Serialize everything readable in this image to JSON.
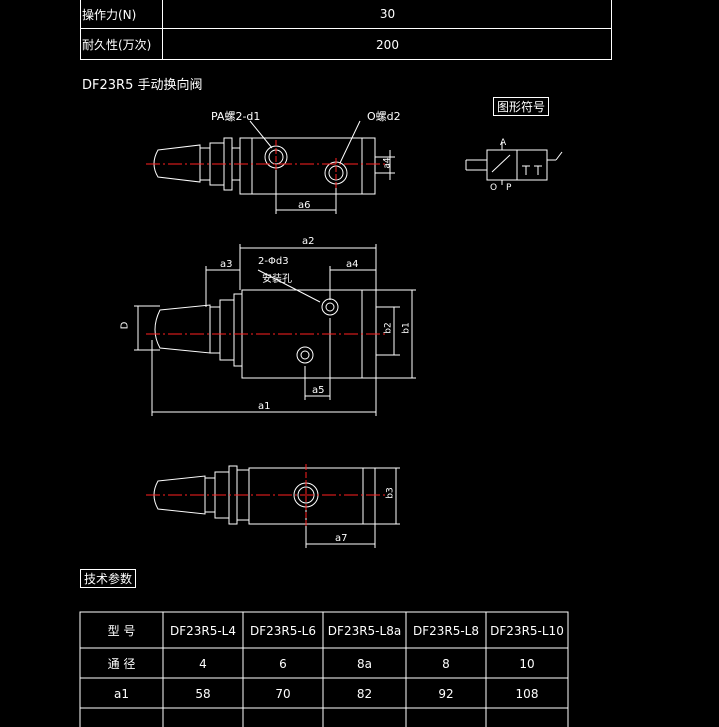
{
  "top_table": {
    "rows": [
      {
        "label": "操作力(N)",
        "value": "30"
      },
      {
        "label": "耐久性(万次)",
        "value": "200"
      }
    ]
  },
  "title": "DF23R5 手动换向阀",
  "symbol_box_label": "图形符号",
  "symbol_ports": {
    "a": "A",
    "o": "O",
    "p": "P"
  },
  "view1_labels": {
    "pa_thread": "PA螺2-d1",
    "o_thread": "O螺d2",
    "a4": "a4",
    "a6": "a6"
  },
  "view2_labels": {
    "a2": "a2",
    "a3": "a3",
    "a4": "a4",
    "holes": "2-Φd3",
    "mount": "安装孔",
    "d": "D",
    "a1": "a1",
    "b1": "b1",
    "b2": "b2",
    "a5": "a5"
  },
  "view3_labels": {
    "b3": "b3",
    "a7": "a7"
  },
  "tech_params_label": "技术参数",
  "bottom_table": {
    "headers": [
      "型  号",
      "DF23R5-L4",
      "DF23R5-L6",
      "DF23R5-L8a",
      "DF23R5-L8",
      "DF23R5-L10"
    ],
    "rows": [
      [
        "通  径",
        "4",
        "6",
        "8a",
        "8",
        "10"
      ],
      [
        "a1",
        "58",
        "70",
        "82",
        "92",
        "108"
      ]
    ]
  },
  "colors": {
    "background": "#000000",
    "lines": "#ffffff",
    "centerline": "#ff2020",
    "text": "#ffffff"
  }
}
